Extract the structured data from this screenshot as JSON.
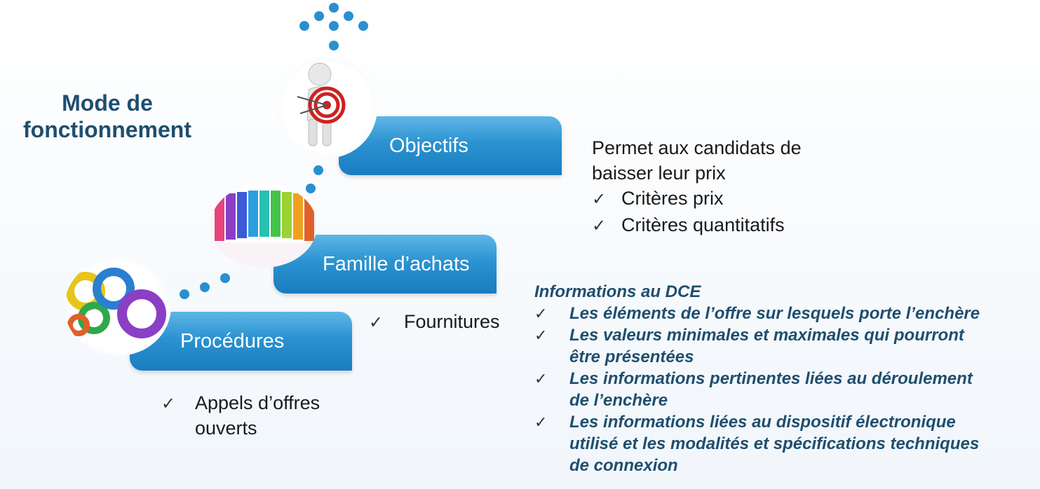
{
  "title": {
    "line1": "Mode de",
    "line2": "fonctionnement"
  },
  "steps": [
    {
      "label": "Objectifs"
    },
    {
      "label": "Famille d’achats"
    },
    {
      "label": "Procédures"
    }
  ],
  "objectifs": {
    "text_line1": "Permet aux candidats de",
    "text_line2": "baisser leur prix",
    "items": [
      "Critères prix",
      "Critères quantitatifs"
    ]
  },
  "famille": {
    "items": [
      "Fournitures"
    ]
  },
  "procedures": {
    "items_line1": "Appels d’offres",
    "items_line2": "ouverts"
  },
  "dce": {
    "heading": "Informations au DCE",
    "items": [
      {
        "line1": "Les éléments de l’offre sur lesquels porte l’enchère"
      },
      {
        "line1": "Les valeurs minimales et maximales qui pourront",
        "line2": "être présentées"
      },
      {
        "line1": "Les informations pertinentes liées au déroulement",
        "line2": "de l’enchère"
      },
      {
        "line1": "Les informations liées au dispositif électronique",
        "line2": "utilisé et les modalités et spécifications techniques",
        "line3": "de connexion"
      }
    ]
  },
  "check_symbol": "✓",
  "icons": [
    "target-figure-icon",
    "binders-icon",
    "gears-icon"
  ],
  "colors": {
    "accent": "#2a8fd0",
    "title": "#1f4e6e"
  }
}
